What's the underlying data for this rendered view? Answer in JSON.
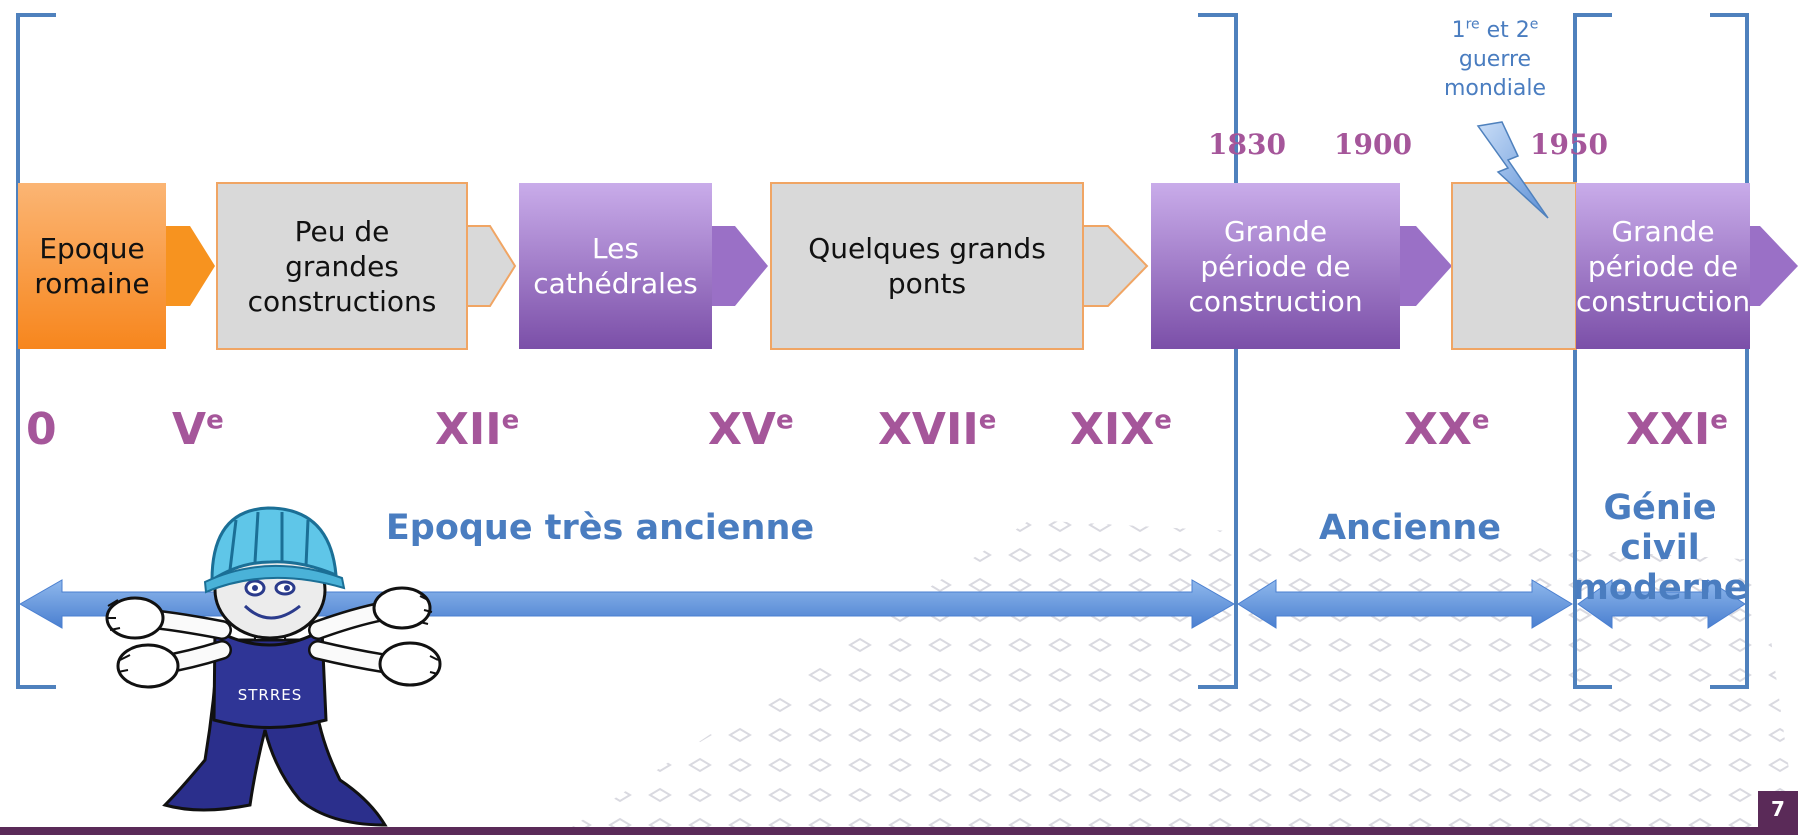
{
  "periods": [
    {
      "label": "Epoque\nromaine"
    },
    {
      "label": "Peu de\ngrandes\nconstructions"
    },
    {
      "label": "Les\ncathédrales"
    },
    {
      "label": "Quelques grands\nponts"
    },
    {
      "label": "Grande\npériode de\nconstruction"
    },
    {
      "label": ""
    },
    {
      "label": "Grande\npériode de\nconstruction"
    }
  ],
  "years": [
    "1830",
    "1900",
    "1950"
  ],
  "war_note": {
    "line1_a": "1",
    "sup_a": "re",
    "line1_b": " et 2",
    "sup_b": "e",
    "line2": "guerre",
    "line3": "mondiale"
  },
  "centuries": [
    {
      "base": "0",
      "sup": ""
    },
    {
      "base": "V",
      "sup": "e"
    },
    {
      "base": "XII",
      "sup": "e"
    },
    {
      "base": "XV",
      "sup": "e"
    },
    {
      "base": "XVII",
      "sup": "e"
    },
    {
      "base": "XIX",
      "sup": "e"
    },
    {
      "base": "XX",
      "sup": "e"
    },
    {
      "base": "XXI",
      "sup": "e"
    }
  ],
  "eras": [
    {
      "label": "Epoque très ancienne"
    },
    {
      "label": "Ancienne"
    },
    {
      "label": "Génie civil\nmoderne"
    }
  ],
  "mascot": {
    "badge": "STRRES"
  },
  "page_number": "7",
  "colors": {
    "orange": "#f7941d",
    "gray_box": "#d9d9d9",
    "purple_top": "#c6a8e6",
    "purple_bottom": "#7a4ea6",
    "bracket": "#4f81bd",
    "arrow": "#5b8fd6",
    "century_text": "#a5569a",
    "era_text": "#4a7dc0"
  }
}
